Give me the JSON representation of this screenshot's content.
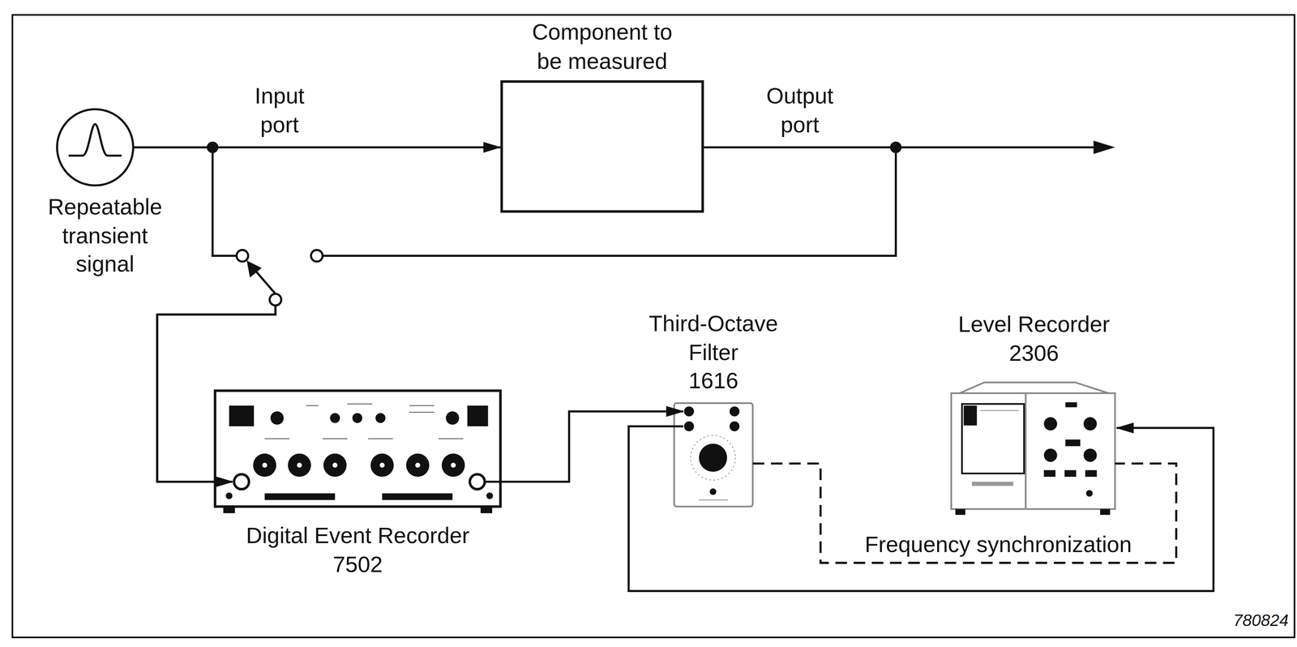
{
  "diagram": {
    "nodes": [
      {
        "text": [
          "Repeatable transient signal"
        ]
      },
      {
        "text": [
          "Component to be measured"
        ]
      },
      {
        "text": [
          "Digital Event Recorder",
          "7502"
        ]
      },
      {
        "text": [
          "Third-Octave Filter",
          "1616"
        ]
      },
      {
        "text": [
          "Level Recorder",
          "2306"
        ]
      }
    ],
    "edges": [
      {
        "from": 0,
        "to": 1,
        "arrow": "to",
        "label": "Input port"
      },
      {
        "from": 0,
        "to": 2,
        "arrow": "to"
      },
      {
        "from": 1,
        "to": 2,
        "arrow": "to"
      },
      {
        "from": 2,
        "to": 3,
        "arrow": "to"
      },
      {
        "from": 3,
        "to": 4,
        "arrow": "to"
      },
      {
        "from": 3,
        "to": 4,
        "arrow": "none",
        "label": "Frequency synchronization"
      }
    ],
    "labels": [
      "Output port",
      "780824"
    ]
  }
}
